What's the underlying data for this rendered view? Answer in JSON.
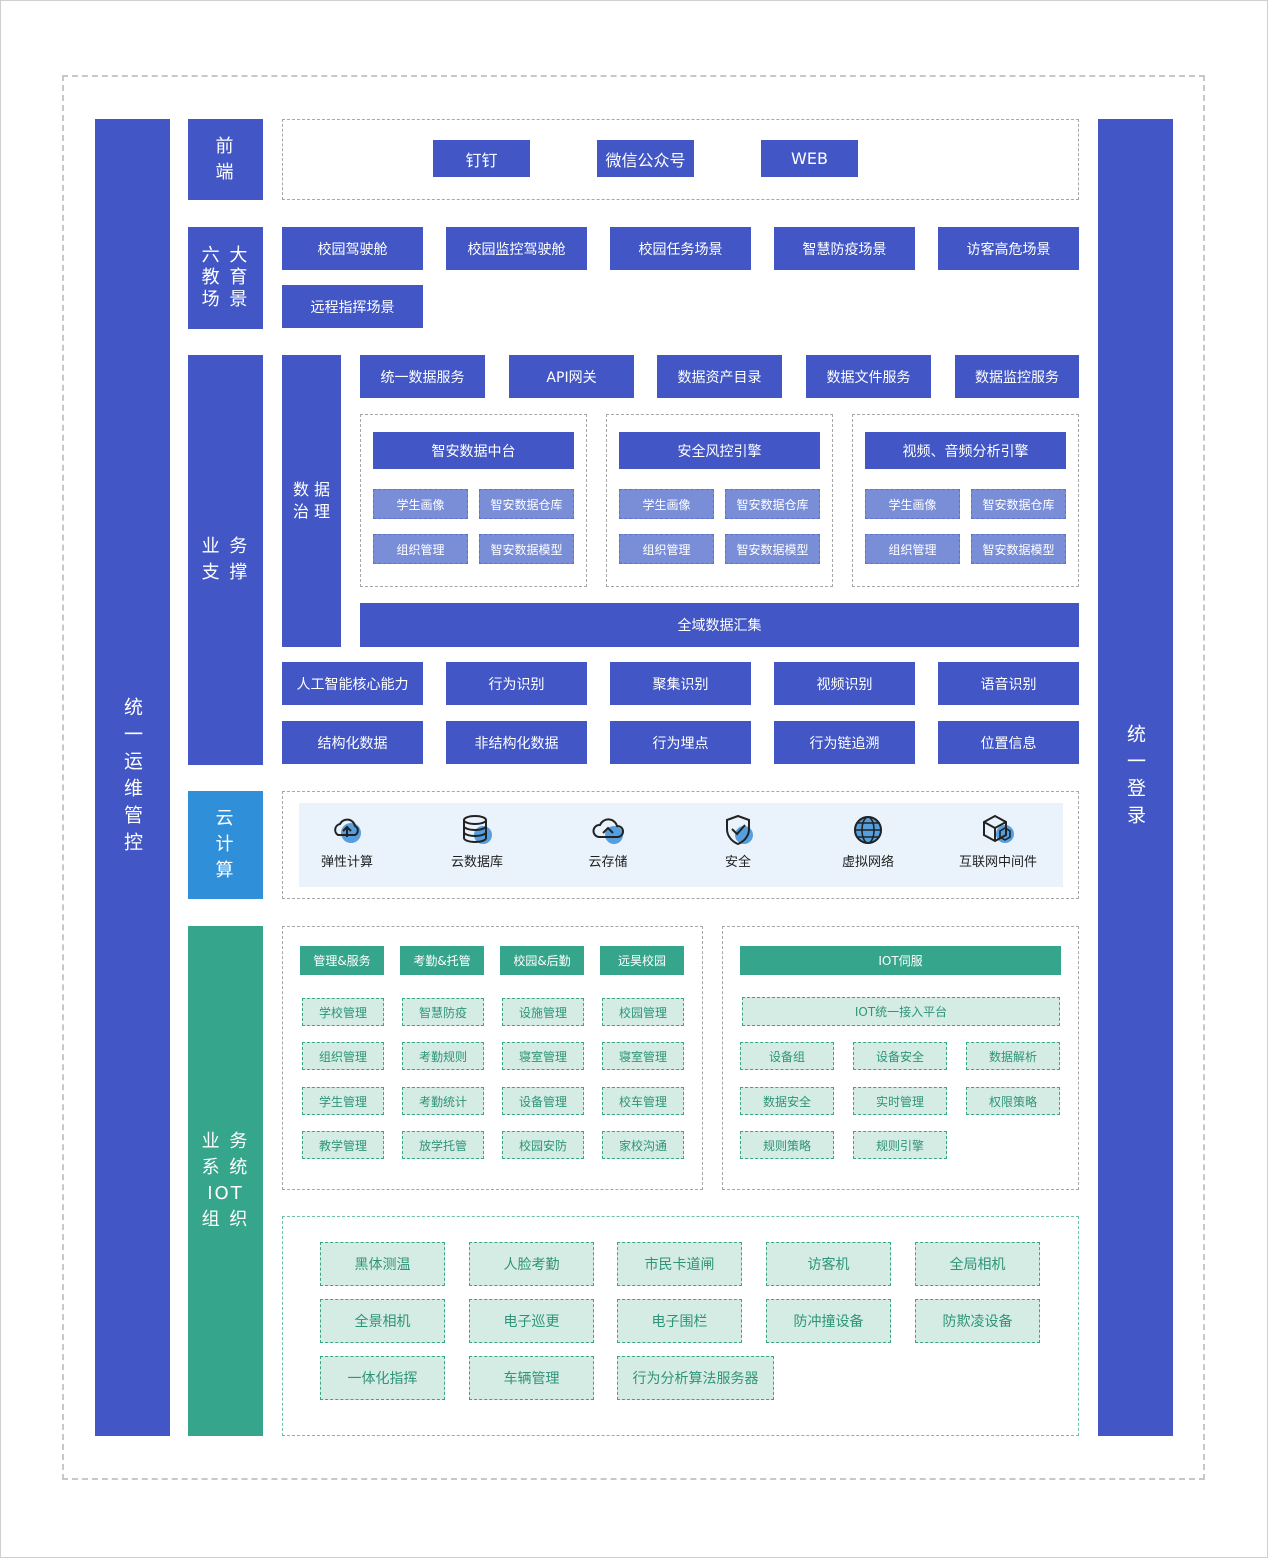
{
  "side": {
    "left_label": "统一运维管控",
    "right_label": "统一登录"
  },
  "frontend": {
    "label": "前\n端",
    "items": [
      "钉钉",
      "微信公众号",
      "WEB"
    ]
  },
  "scenes": {
    "label": "六 大\n教 育\n场 景",
    "items": [
      "校园驾驶舱",
      "校园监控驾驶舱",
      "校园任务场景",
      "智慧防疫场景",
      "访客高危场景",
      "远程指挥场景"
    ]
  },
  "business": {
    "label": "业 务\n支 撑",
    "governance_label": "数 据\n治 理",
    "services": [
      "统一数据服务",
      "API网关",
      "数据资产目录",
      "数据文件服务",
      "数据监控服务"
    ],
    "engines": [
      {
        "title": "智安数据中台",
        "subs": [
          "学生画像",
          "智安数据仓库",
          "组织管理",
          "智安数据模型"
        ]
      },
      {
        "title": "安全风控引擎",
        "subs": [
          "学生画像",
          "智安数据仓库",
          "组织管理",
          "智安数据模型"
        ]
      },
      {
        "title": "视频、音频分析引擎",
        "subs": [
          "学生画像",
          "智安数据仓库",
          "组织管理",
          "智安数据模型"
        ]
      }
    ],
    "collect": "全域数据汇集",
    "ai_row": [
      "人工智能核心能力",
      "行为识别",
      "聚集识别",
      "视频识别",
      "语音识别"
    ],
    "data_row": [
      "结构化数据",
      "非结构化数据",
      "行为埋点",
      "行为链追溯",
      "位置信息"
    ]
  },
  "cloud": {
    "label": "云\n计\n算",
    "items": [
      {
        "label": "弹性计算",
        "icon": "cloud-compute-icon"
      },
      {
        "label": "云数据库",
        "icon": "database-icon"
      },
      {
        "label": "云存储",
        "icon": "cloud-storage-icon"
      },
      {
        "label": "安全",
        "icon": "shield-icon"
      },
      {
        "label": "虚拟网络",
        "icon": "globe-icon"
      },
      {
        "label": "互联网中间件",
        "icon": "cube-icon"
      }
    ],
    "colors": {
      "icon_stroke": "#222222",
      "icon_accent": "#3b8fd9"
    }
  },
  "iot": {
    "label": "业 务\n系 统\nIOT\n组 织",
    "business_headers": [
      "管理&服务",
      "考勤&托管",
      "校园&后勤",
      "远昊校园"
    ],
    "business_cells": [
      [
        "学校管理",
        "智慧防疫",
        "设施管理",
        "校园管理"
      ],
      [
        "组织管理",
        "考勤规则",
        "寝室管理",
        "寝室管理"
      ],
      [
        "学生管理",
        "考勤统计",
        "设备管理",
        "校车管理"
      ],
      [
        "教学管理",
        "放学托管",
        "校园安防",
        "家校沟通"
      ]
    ],
    "iot_header": "IOT伺服",
    "iot_platform": "IOT统一接入平台",
    "iot_cells": [
      [
        "设备组",
        "设备安全",
        "数据解析"
      ],
      [
        "数据安全",
        "实时管理",
        "权限策略"
      ],
      [
        "规则策略",
        "规则引擎"
      ]
    ],
    "devices": [
      [
        "黑体测温",
        "人脸考勤",
        "市民卡道闸",
        "访客机",
        "全局相机"
      ],
      [
        "全景相机",
        "电子巡更",
        "电子围栏",
        "防冲撞设备",
        "防欺凌设备"
      ],
      [
        "一体化指挥",
        "车辆管理",
        "行为分析算法服务器"
      ]
    ]
  },
  "colors": {
    "blue": "#4257c5",
    "sky": "#2f8fd8",
    "green": "#35a58b",
    "light_green": "#d5ece4"
  }
}
